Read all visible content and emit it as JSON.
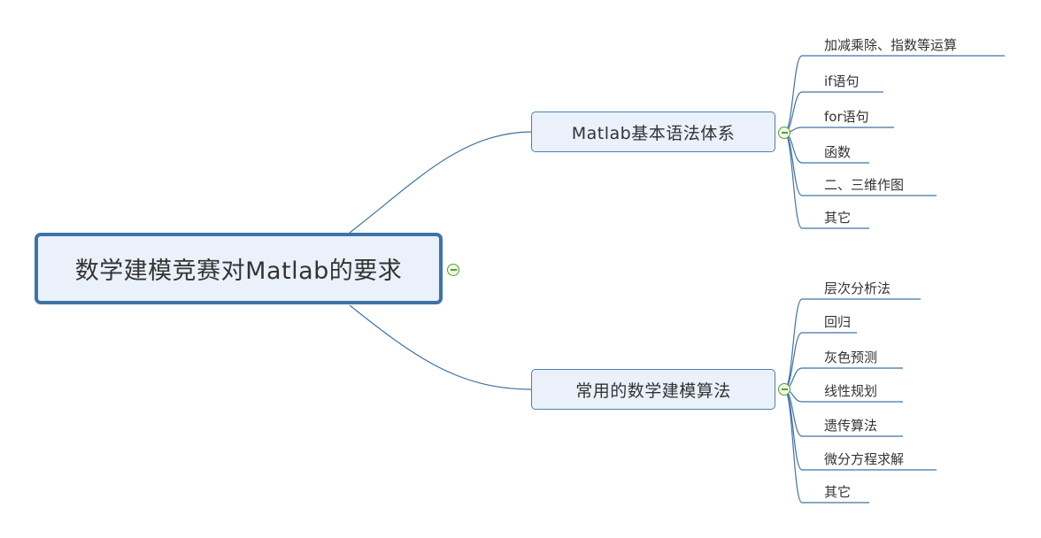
{
  "root": {
    "label": "数学建模竞赛对Matlab的要求"
  },
  "branches": [
    {
      "label": "Matlab基本语法体系",
      "children": [
        "加减乘除、指数等运算",
        "if语句",
        "for语句",
        "函数",
        "二、三维作图",
        "其它"
      ]
    },
    {
      "label": "常用的数学建模算法",
      "children": [
        "层次分析法",
        "回归",
        "灰色预测",
        "线性规划",
        "遗传算法",
        "微分方程求解",
        "其它"
      ]
    }
  ],
  "colors": {
    "line": "#3f73a6",
    "collapse": "#5aa02c",
    "node_fill": "#eaf1fa"
  },
  "icons": {
    "collapse": "collapse-minus-icon"
  }
}
